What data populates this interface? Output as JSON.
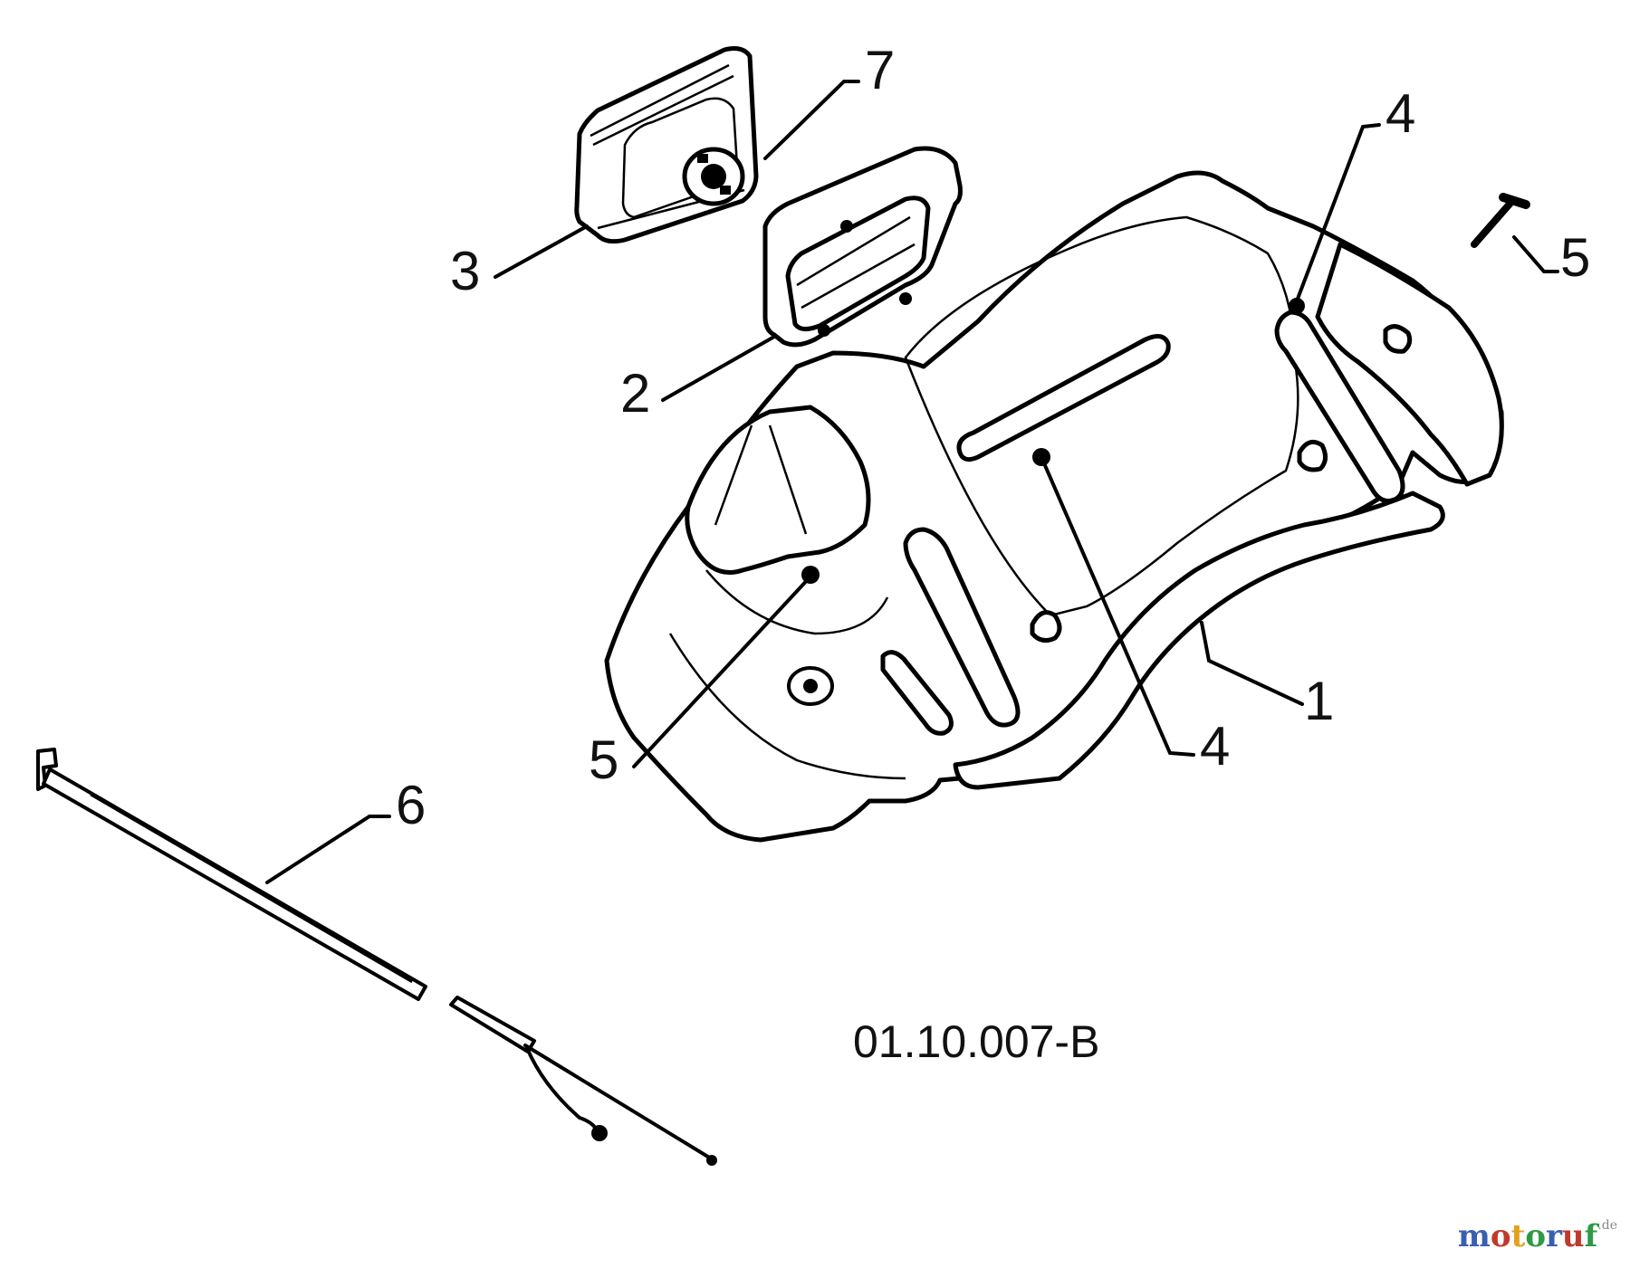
{
  "diagram": {
    "drawing_code": "01.10.007-B",
    "callouts": [
      {
        "id": "c1",
        "text": "1"
      },
      {
        "id": "c2",
        "text": "2"
      },
      {
        "id": "c3",
        "text": "3"
      },
      {
        "id": "c4a",
        "text": "4"
      },
      {
        "id": "c4b",
        "text": "4"
      },
      {
        "id": "c5a",
        "text": "5"
      },
      {
        "id": "c5b",
        "text": "5"
      },
      {
        "id": "c6",
        "text": "6"
      },
      {
        "id": "c7",
        "text": "7"
      }
    ]
  },
  "watermark": {
    "letters": [
      "m",
      "o",
      "t",
      "o",
      "r",
      "u",
      "f"
    ],
    "letter_colors": [
      "#3a5fb0",
      "#c0392b",
      "#e1a21f",
      "#2e9a46",
      "#3a5fb0",
      "#c0392b",
      "#2e9a46"
    ],
    "suffix": ".de"
  }
}
